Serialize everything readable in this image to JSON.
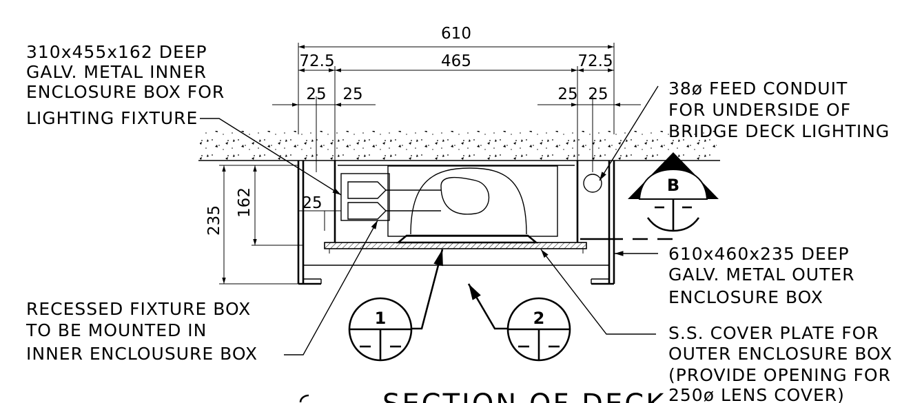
{
  "dimensions": {
    "overall_width": "610",
    "side_left": "72.5",
    "center": "465",
    "side_right": "72.5",
    "inset_a": "25",
    "inset_b": "25",
    "inset_c": "25",
    "inset_d": "25",
    "depth_outer": "235",
    "depth_inner": "162",
    "fixture_offset": "25"
  },
  "notes": {
    "inner_box": [
      "310x455x162 DEEP",
      "GALV. METAL INNER",
      "ENCLOSURE BOX FOR",
      "LIGHTING FIXTURE"
    ],
    "conduit": [
      "38ø FEED CONDUIT",
      "FOR UNDERSIDE OF",
      "BRIDGE DECK LIGHTING"
    ],
    "outer_box": [
      "610x460x235 DEEP",
      "GALV. METAL OUTER",
      "ENCLOSURE BOX"
    ],
    "recessed_fixture": [
      "RECESSED FIXTURE BOX",
      "TO BE MOUNTED IN",
      "INNER ENCLOUSURE BOX"
    ],
    "cover_plate": [
      "S.S. COVER PLATE FOR",
      "OUTER ENCLOSURE BOX",
      "(PROVIDE OPENING FOR",
      "250ø LENS COVER)"
    ]
  },
  "detail_callouts": {
    "bubble_1": "1",
    "bubble_2": "2",
    "section_b": "B"
  },
  "title": "SECTION OF DECK"
}
